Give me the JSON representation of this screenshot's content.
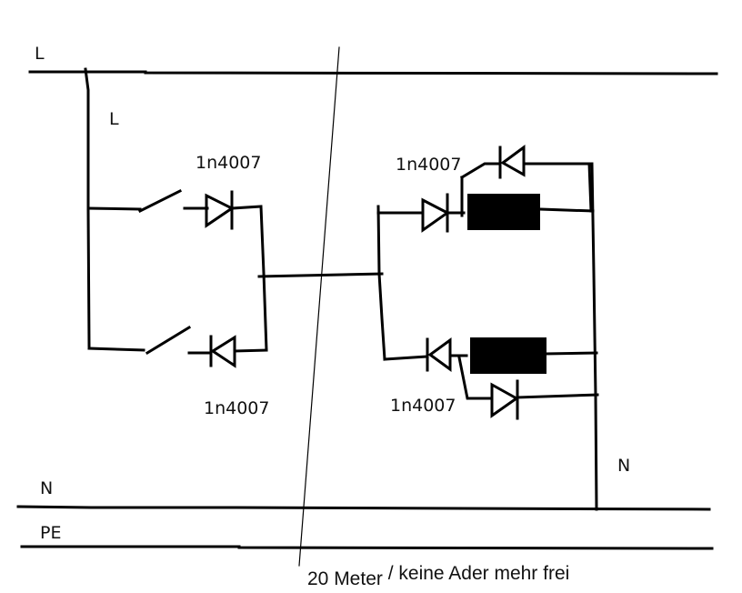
{
  "diagram": {
    "title": "Hand-drawn wiring schematic with diodes",
    "colors": {
      "ink": "#000000",
      "background": "#ffffff"
    },
    "conductors": {
      "L_top": "L",
      "L_branch": "L",
      "N_left": "N",
      "N_right": "N",
      "PE": "PE"
    },
    "diode_labels": {
      "left_top": "1n4007",
      "left_bottom": "1n4007",
      "right_top": "1n4007",
      "right_bottom": "1n4007"
    },
    "caption": {
      "part1": "20 Meter",
      "part2": "/ keine Ader mehr frei"
    },
    "components": [
      {
        "type": "switch",
        "name": "switch-top"
      },
      {
        "type": "switch",
        "name": "switch-bottom"
      },
      {
        "type": "diode",
        "part": "1n4007",
        "name": "diode-left-top",
        "direction": "right"
      },
      {
        "type": "diode",
        "part": "1n4007",
        "name": "diode-left-bottom",
        "direction": "left"
      },
      {
        "type": "diode",
        "part": "1n4007",
        "name": "diode-right-top-series",
        "direction": "right"
      },
      {
        "type": "diode",
        "part": "1n4007",
        "name": "diode-right-top-bypass",
        "direction": "left"
      },
      {
        "type": "diode",
        "part": "1n4007",
        "name": "diode-right-bottom-series",
        "direction": "left"
      },
      {
        "type": "diode",
        "part": "1n4007",
        "name": "diode-right-bottom-bypass",
        "direction": "right"
      },
      {
        "type": "load",
        "name": "load-top"
      },
      {
        "type": "load",
        "name": "load-bottom"
      }
    ]
  }
}
